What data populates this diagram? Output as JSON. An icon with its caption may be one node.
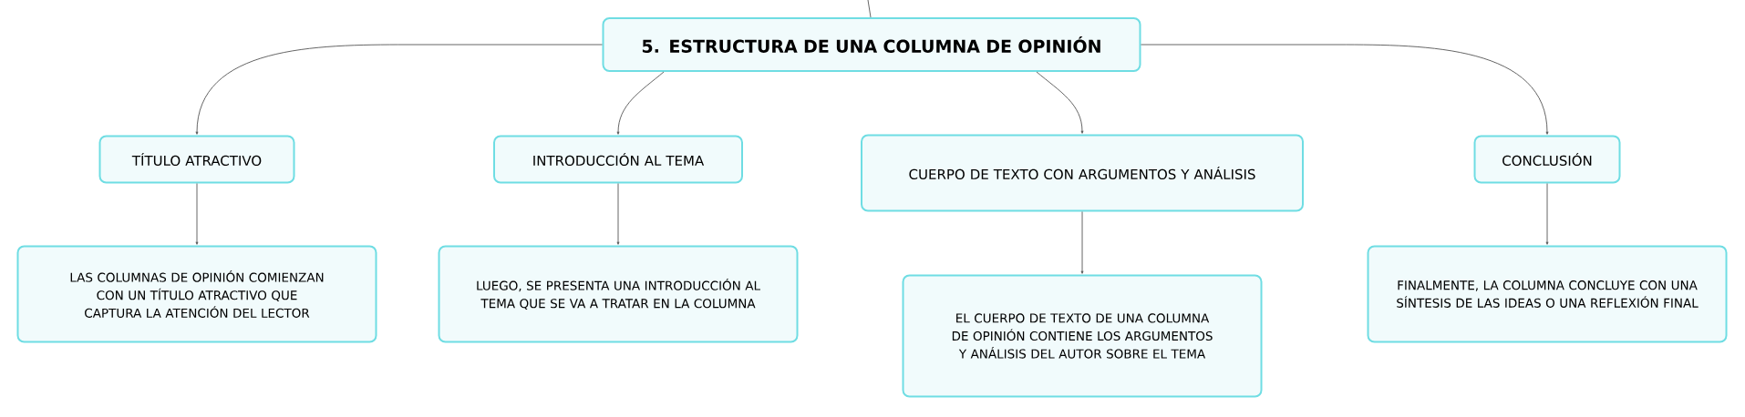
{
  "diagram": {
    "nodes": [
      {
        "text": [
          "5. ESTRUCTURA DE UNA COLUMNA DE OPINIÓN"
        ]
      },
      {
        "text": [
          "TÍTULO ATRACTIVO"
        ]
      },
      {
        "text": [
          "INTRODUCCIÓN AL TEMA"
        ]
      },
      {
        "text": [
          "CUERPO DE TEXTO CON ARGUMENTOS Y ANÁLISIS"
        ]
      },
      {
        "text": [
          "CONCLUSIÓN"
        ]
      },
      {
        "text": [
          "LAS COLUMNAS DE OPINIÓN COMIENZAN CON UN TÍTULO ATRACTIVO QUE CAPTURA LA ATENCIÓN DEL LECTOR"
        ]
      },
      {
        "text": [
          "LUEGO, SE PRESENTA UNA INTRODUCCIÓN AL TEMA QUE SE VA A TRATAR EN LA COLUMNA"
        ]
      },
      {
        "text": [
          "EL CUERPO DE TEXTO DE UNA COLUMNA DE OPINIÓN CONTIENE LOS ARGUMENTOS Y ANÁLISIS DEL AUTOR SOBRE EL TEMA"
        ]
      },
      {
        "text": [
          "FINALMENTE, LA COLUMNA CONCLUYE CON UNA SÍNTESIS DE LAS IDEAS O UNA REFLEXIÓN FINAL"
        ]
      }
    ],
    "edges": [
      {
        "from": null,
        "to": 0,
        "arrow": "none"
      },
      {
        "from": 0,
        "to": 1,
        "arrow": "to"
      },
      {
        "from": 0,
        "to": 2,
        "arrow": "to"
      },
      {
        "from": 0,
        "to": 3,
        "arrow": "to"
      },
      {
        "from": 0,
        "to": 4,
        "arrow": "to"
      },
      {
        "from": 1,
        "to": 5,
        "arrow": "to"
      },
      {
        "from": 2,
        "to": 6,
        "arrow": "to"
      },
      {
        "from": 3,
        "to": 7,
        "arrow": "to"
      },
      {
        "from": 4,
        "to": 8,
        "arrow": "to"
      }
    ]
  }
}
